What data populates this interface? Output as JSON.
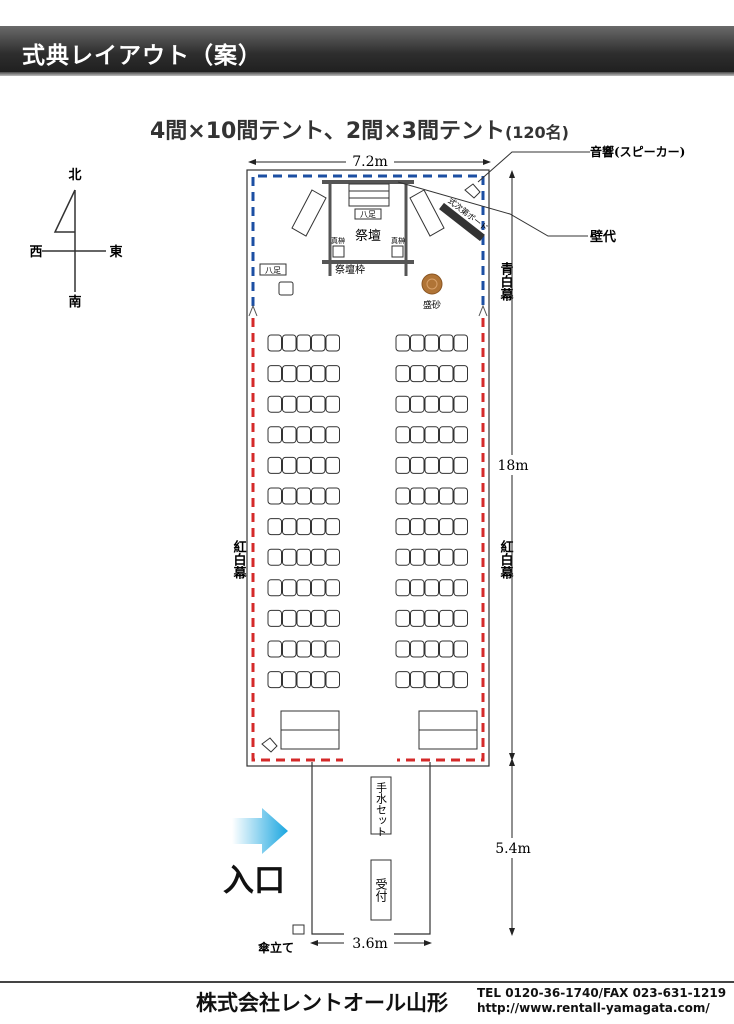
{
  "header": {
    "title": "式典レイアウト（案）"
  },
  "subtitle": {
    "main": "4間×10間テント、2間×3間テント",
    "capacity": "(120名)"
  },
  "compass": {
    "north": "北",
    "south": "南",
    "west": "西",
    "east": "東"
  },
  "dimensions": {
    "tent_width": "7.2m",
    "tent_length": "18m",
    "outer_length": "5.4m",
    "outer_width": "3.6m"
  },
  "labels": {
    "speaker": "音響(スピーカー)",
    "wall": "壁代",
    "blue_white_curtain": "青白幕",
    "red_white_curtain": "紅白幕",
    "altar": "祭壇",
    "altar_frame": "祭壇枠",
    "hasshaku": "八足",
    "shinboku": "真榊",
    "morizuna": "盛砂",
    "signboard": "式次第ボード",
    "temizu": "手水セット",
    "reception": "受付",
    "entrance": "入口",
    "umbrella_stand": "傘立て"
  },
  "seating": {
    "rows": 12,
    "seats_per_group": 5,
    "groups": 2
  },
  "footer": {
    "company": "株式会社レントオール山形",
    "tel": "TEL 0120-36-1740/FAX 023-631-1219",
    "url": "http://www.rentall-yamagata.com/"
  },
  "colors": {
    "blue_curtain": "#1c4fa3",
    "red_curtain": "#d42a2a",
    "morizuna": "#b07436",
    "entrance_arrow": "#1aa6e0"
  }
}
